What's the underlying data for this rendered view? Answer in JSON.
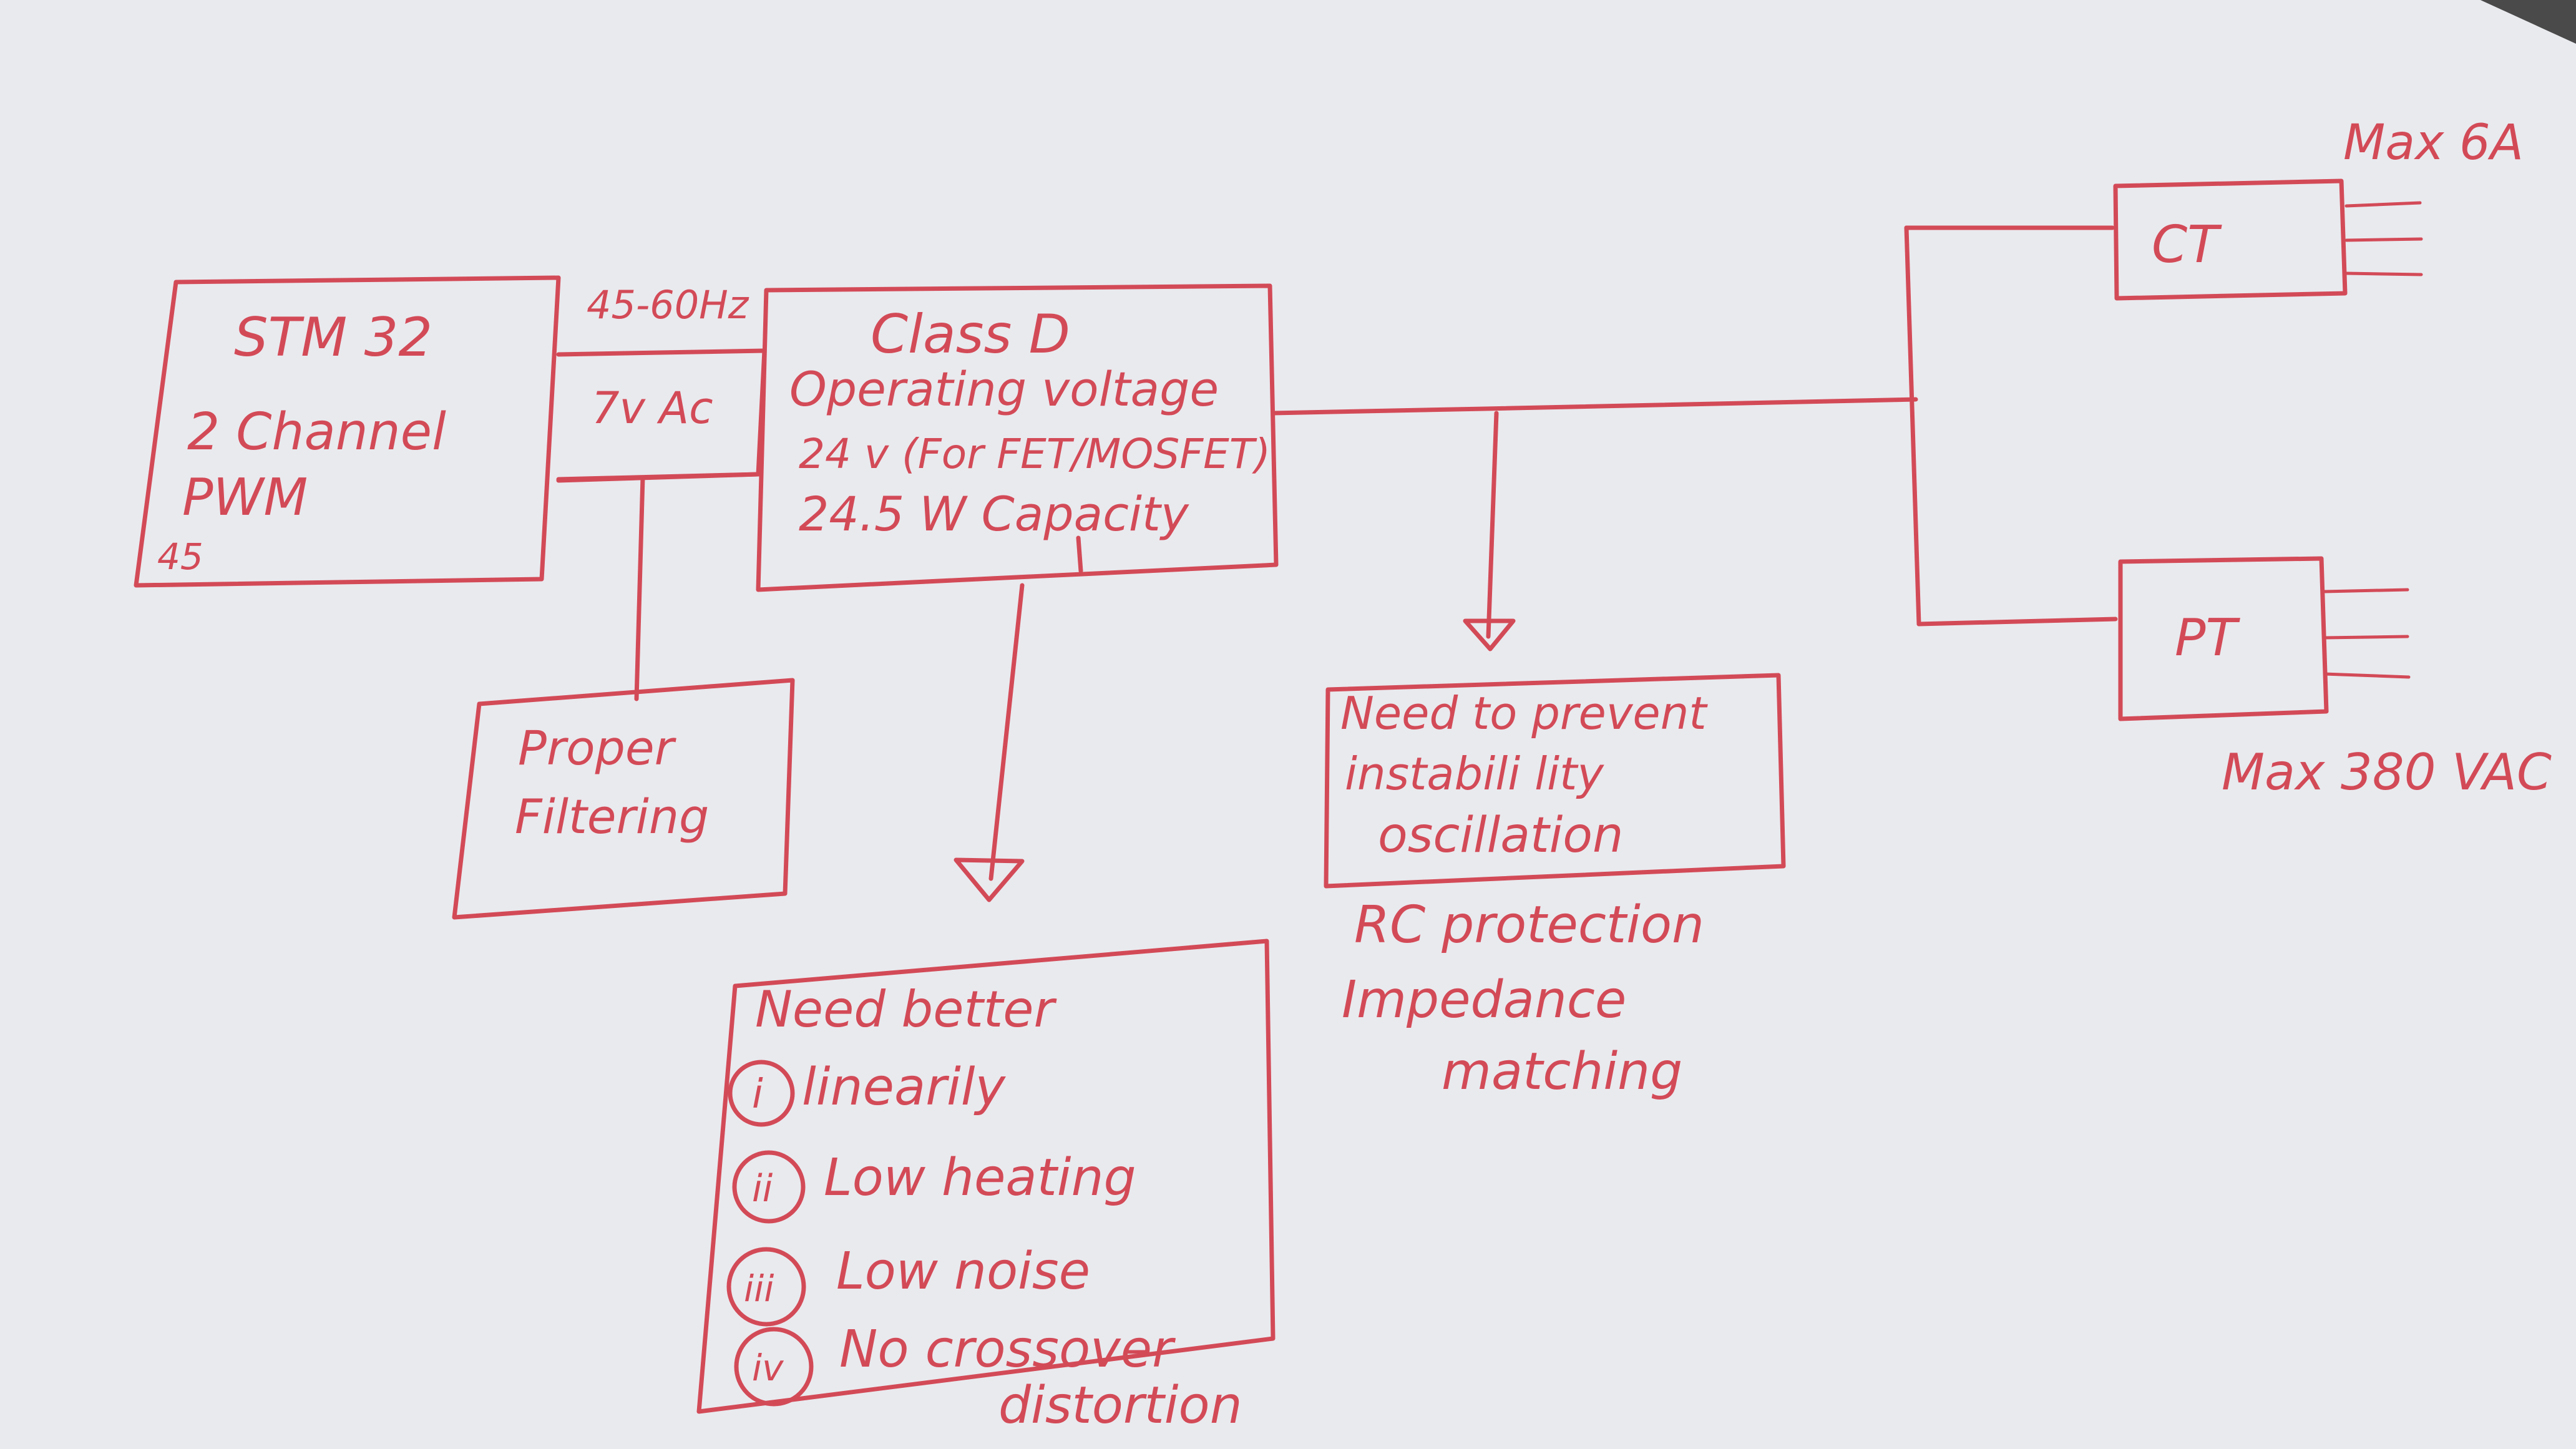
{
  "ink_color": "#d34a57",
  "paper_color": "#e9eaee",
  "blocks": {
    "stm32": {
      "lines": [
        "STM 32",
        "2 Channel",
        "PWM",
        "45"
      ]
    },
    "freq_label": "45-60Hz",
    "ac_box": "7v Ac",
    "class_d": {
      "lines": [
        "Class D",
        "Operating voltage",
        "24 v (For FET/MOSFET)",
        "24.5 W Capacity"
      ]
    },
    "filter": {
      "lines": [
        "Proper",
        "Filtering"
      ]
    },
    "ct": "CT",
    "pt": "PT",
    "ct_rating": "Max 6A",
    "pt_rating": "Max 380 VAC",
    "stability": {
      "lines": [
        "Need to prevent",
        "instabili lity",
        "oscillation"
      ]
    },
    "rc_notes": {
      "lines": [
        "RC protection",
        "Impedance",
        "matching"
      ]
    },
    "requirements": {
      "heading": "Need better",
      "items": [
        {
          "num": "i",
          "text": "linearily"
        },
        {
          "num": "ii",
          "text": "Low heating"
        },
        {
          "num": "iii",
          "text": "Low noise"
        },
        {
          "num": "iv",
          "text": "No crossover"
        }
      ],
      "tail": "distortion"
    }
  }
}
